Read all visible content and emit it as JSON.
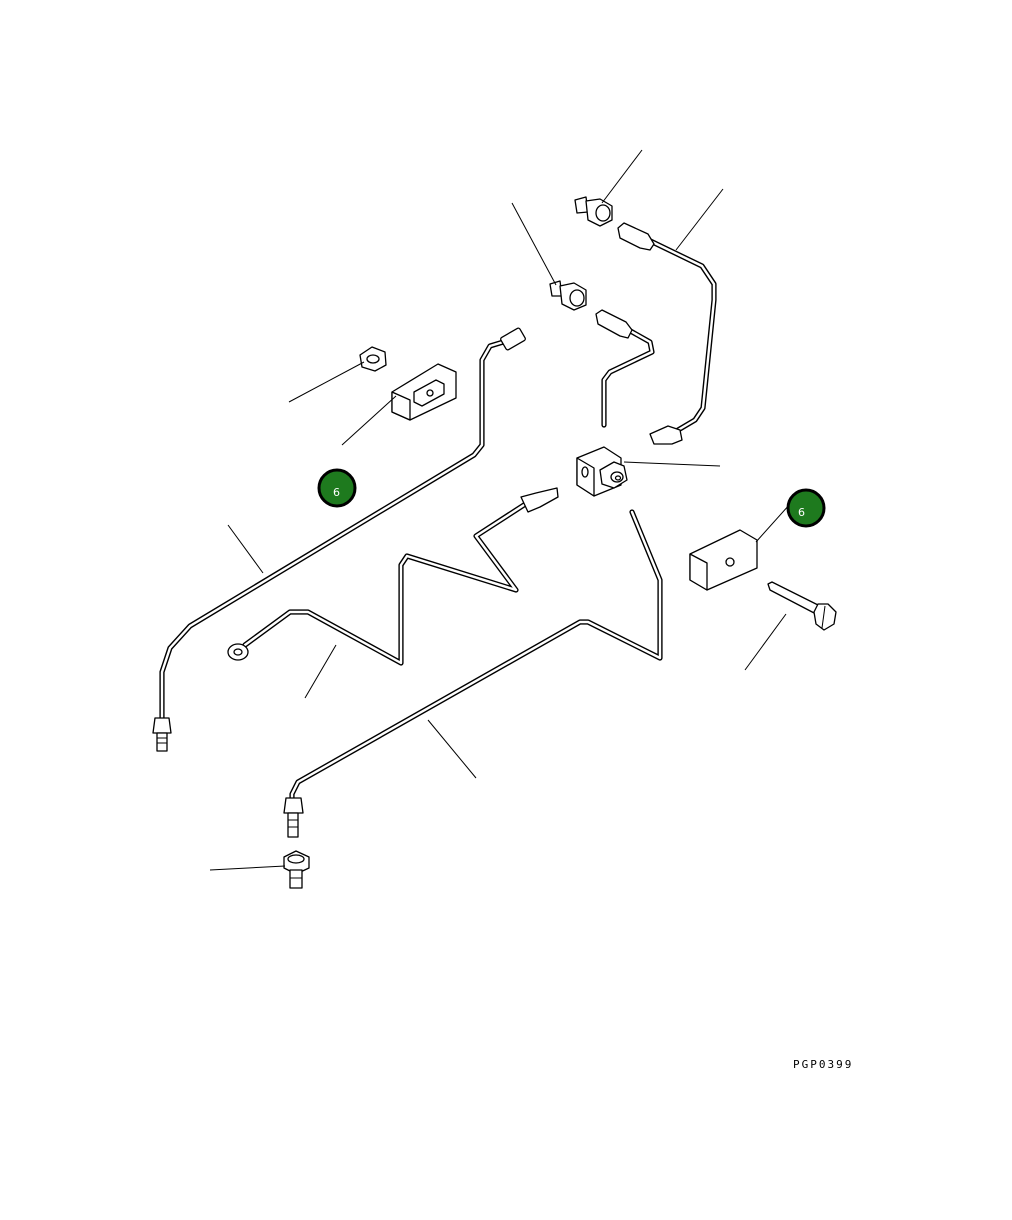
{
  "drawing_code": "PGP0399",
  "callouts": [
    {
      "label": "6"
    },
    {
      "label": "6"
    }
  ],
  "colors": {
    "callout_fill": "#1e7a1e",
    "callout_ring": "#000000",
    "line": "#000000",
    "background": "#ffffff"
  }
}
